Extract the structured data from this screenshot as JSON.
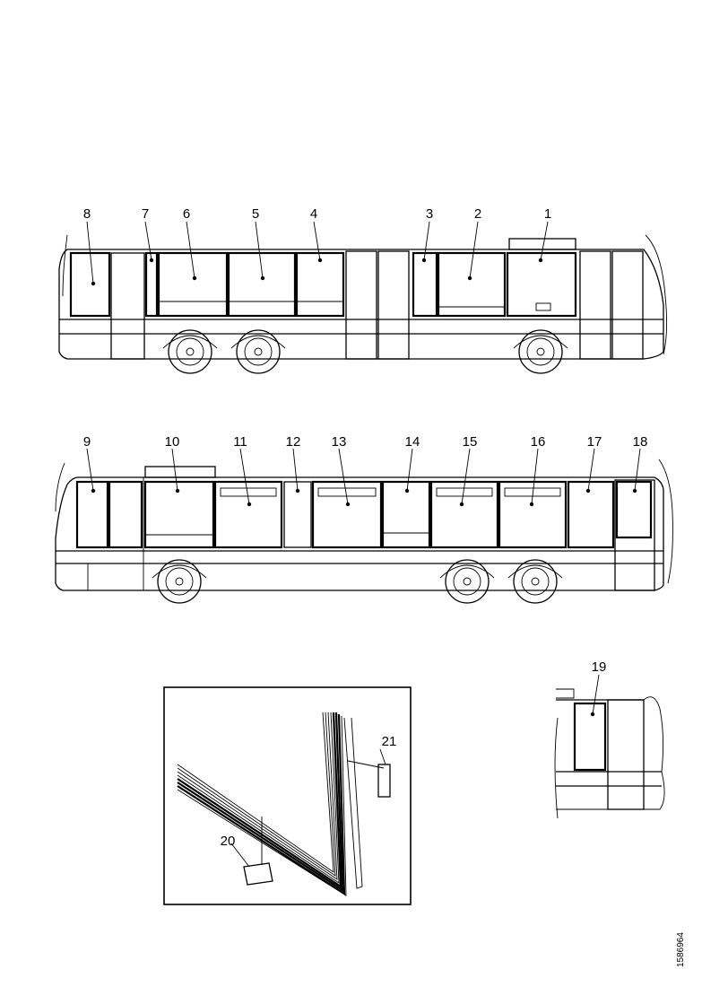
{
  "view_top": {
    "labels": [
      "8",
      "7",
      "6",
      "5",
      "4",
      "3",
      "2",
      "1"
    ]
  },
  "view_bottom": {
    "labels": [
      "9",
      "10",
      "11",
      "12",
      "13",
      "14",
      "15",
      "16",
      "17",
      "18"
    ]
  },
  "detail_seal": {
    "labels": [
      "21",
      "20"
    ]
  },
  "detail_rear": {
    "labels": [
      "19"
    ]
  },
  "drawing_code": "1586964"
}
